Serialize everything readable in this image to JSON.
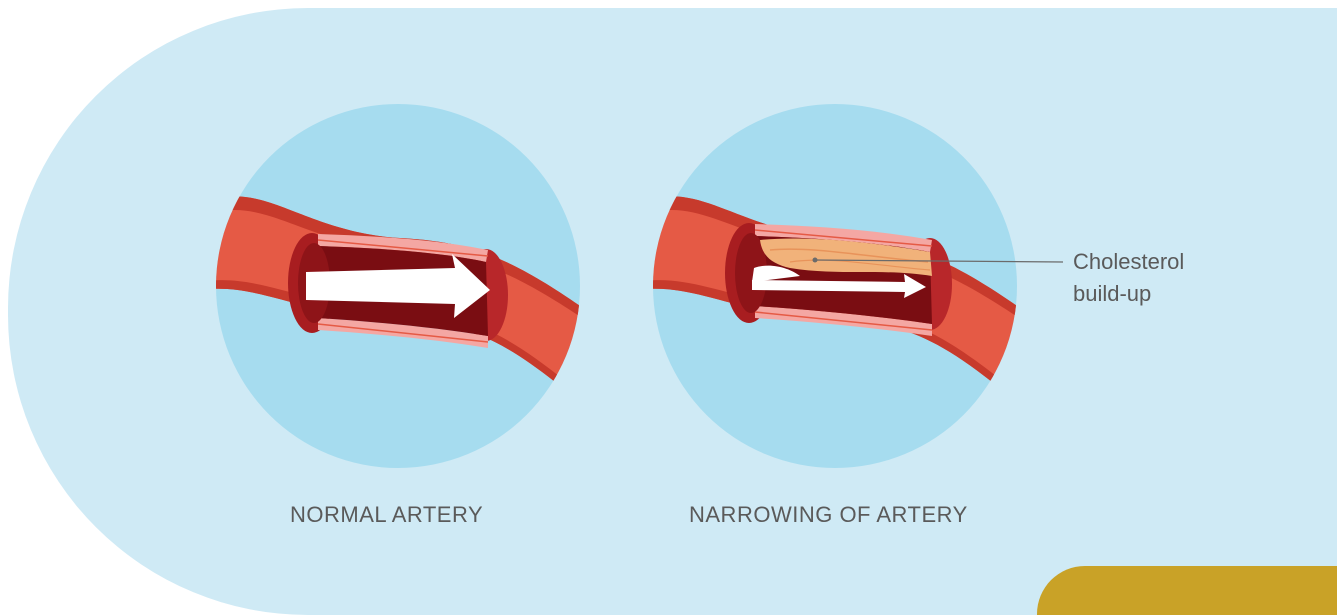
{
  "labels": {
    "normal": "NORMAL ARTERY",
    "narrowing": "NARROWING OF ARTERY"
  },
  "callout": {
    "line1": "Cholesterol",
    "line2": "build-up"
  },
  "colors": {
    "background_panel": "#cfeaf5",
    "circle": "#a6dcef",
    "artery": "#e55a45",
    "artery_dark": "#a81d20",
    "lumen": "#7a0d12",
    "wall_stripe": "#f4a7a3",
    "cholesterol": "#f1b27a",
    "accent_tab": "#c9a227"
  }
}
